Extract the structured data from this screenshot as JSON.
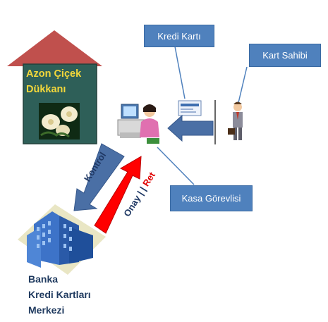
{
  "shop": {
    "name": "Azon Çiçek Dükkanı"
  },
  "bank": {
    "line1": "Banka",
    "line2": "Kredi Kartları",
    "line3": "Merkezi"
  },
  "callouts": {
    "credit_card": "Kredi Kartı",
    "card_holder": "Kart Sahibi",
    "cashier": "Kasa Görevlisi"
  },
  "arrows": {
    "control": "Kontrol",
    "approve": "Onay",
    "separator": " | | ",
    "reject": "Ret"
  },
  "colors": {
    "roof": "#c0504d",
    "shop_box": "#2e5f58",
    "callout_fill": "#4f81bd",
    "arrow_blue": "#4a6fa5",
    "arrow_red": "#ff0000"
  },
  "icons": [
    "rose-icon",
    "cashier-computer-icon",
    "credit-card-icon",
    "businessman-icon",
    "bank-building-icon"
  ]
}
